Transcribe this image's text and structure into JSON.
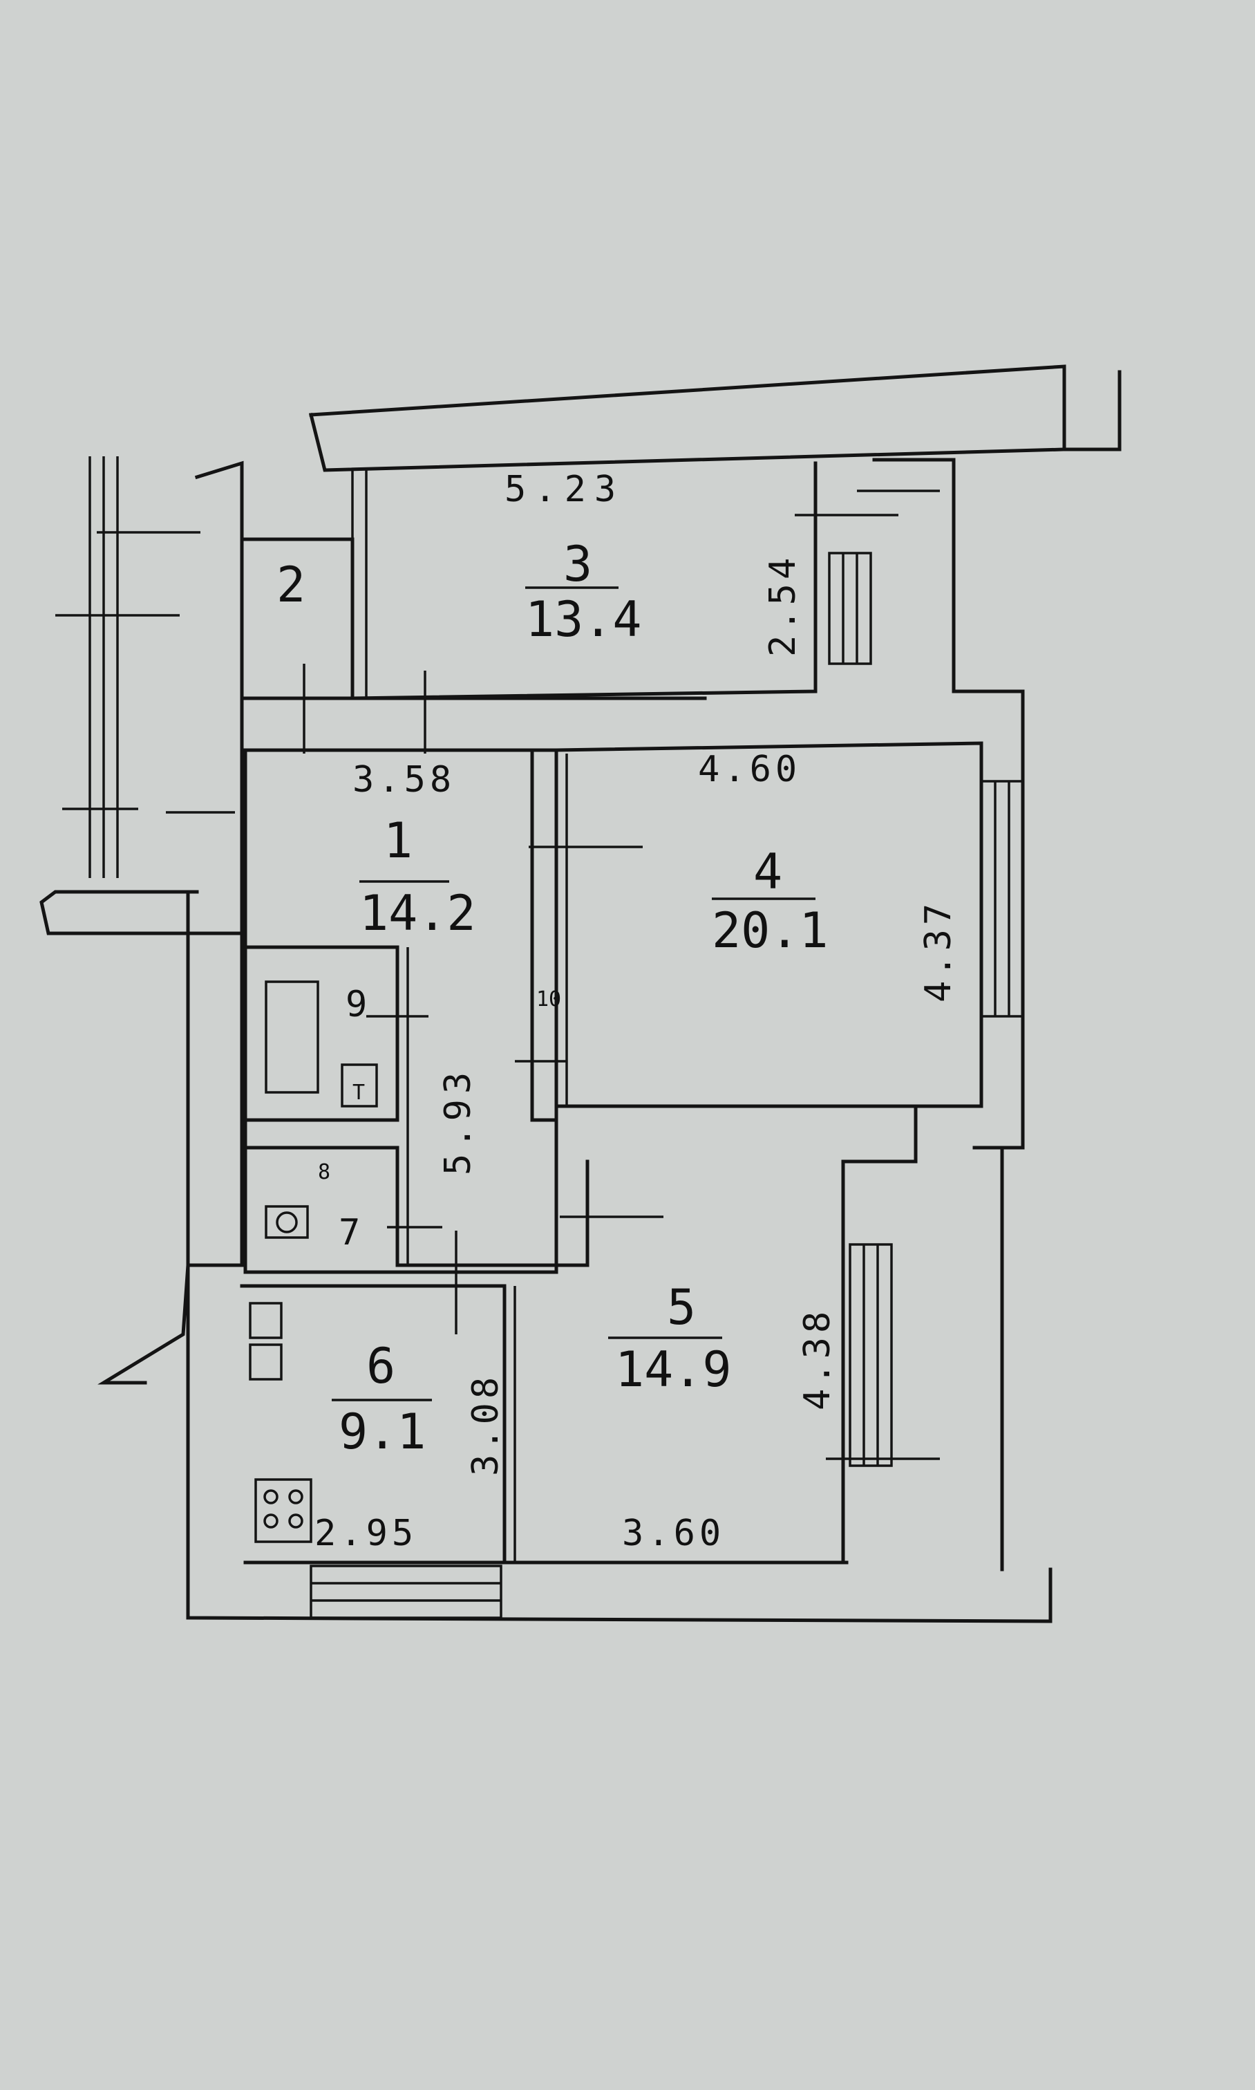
{
  "rooms": [
    {
      "number": "1",
      "area": "14.2"
    },
    {
      "number": "2"
    },
    {
      "number": "3",
      "area": "13.4"
    },
    {
      "number": "4",
      "area": "20.1"
    },
    {
      "number": "5",
      "area": "14.9"
    },
    {
      "number": "6",
      "area": "9.1"
    },
    {
      "number": "7"
    },
    {
      "number": "8"
    },
    {
      "number": "9"
    },
    {
      "number": "10"
    }
  ],
  "dimensions": {
    "room3_width": "5.23",
    "room3_depth": "2.54",
    "room1_width": "3.58",
    "room1_length": "5.93",
    "room4_width": "4.60",
    "room4_depth": "4.37",
    "room5_depth": "4.38",
    "room5_width": "3.60",
    "room6_depth": "3.08",
    "room6_width": "2.95"
  },
  "fixtures": {
    "toilet_mark": "T"
  }
}
